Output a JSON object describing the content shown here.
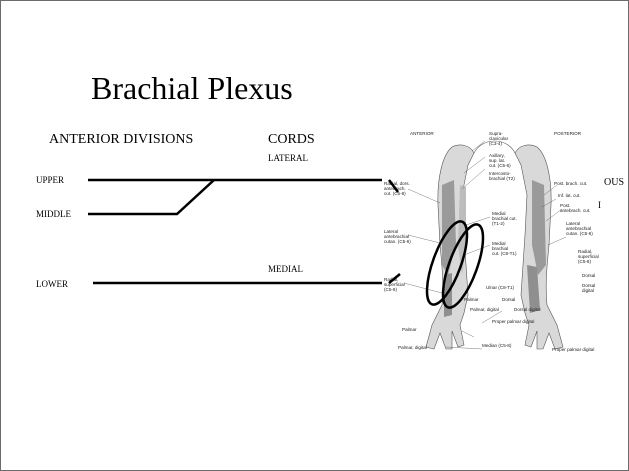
{
  "slide": {
    "title": "Brachial Plexus",
    "headers": {
      "divisions": "ANTERIOR DIVISIONS",
      "cords": "CORDS"
    },
    "cord_labels": {
      "lateral": "LATERAL",
      "medial": "MEDIAL"
    },
    "trunk_labels": {
      "upper": "UPPER",
      "middle": "MIDDLE",
      "lower": "LOWER"
    },
    "cut_text": "OUS",
    "cursor_glyph": "I"
  },
  "figure": {
    "top_labels": {
      "anterior": "ANTERIOR",
      "posterior": "POSTERIOR"
    },
    "labels": {
      "supraclavicular": "Supra-\nclavicular\n(C3-4)",
      "axillary": "Axillary,\nsup. lat.\ncut. (C5-6)",
      "intercostobrachial": "Intercosto-\nbrachial (T2)",
      "radial_dors": "Radial, dors.\nantebrach.\ncut. (C5-8)",
      "medial_brachial": "Medial\nbrachial cut.\n(T1-2)",
      "lateral_antebrachial": "Lateral\nantebrachial\ncutan. (C5-6)",
      "medial_antebrachial": "Medial\nbrachial\ncut. (C8-T1)",
      "radial_superficial": "Radial,\nsuperficial\n(C5-8)",
      "ulnar": "Ulnar (C8-T1)",
      "palmar1": "Palmar",
      "dorsal": "Dorsal",
      "palmar_digital": "Palmar, digital",
      "dorsal_digital": "Dorsal digital",
      "proper_palmar_digital": "Proper palmar digital",
      "palmar2": "Palmar",
      "palmar_digital2": "Palmar, digital",
      "median": "Median (C5-8)",
      "proper_palmar_digital2": "Proper palmar digital",
      "post_brach": "Post. brach. cut.",
      "inf_lat": "Inf. lat. cut.",
      "post_antebrach": "Post.\nantebrach. cut.",
      "lateral_antebrach_r": "Lateral\nantebrachial\ncutan. (C5-6)",
      "radial_sup_r": "Radial,\nsuperficial\n(C5-8)",
      "dorsal_r": "Dorsal",
      "digital_r": "Dorsal\ndigital"
    }
  }
}
